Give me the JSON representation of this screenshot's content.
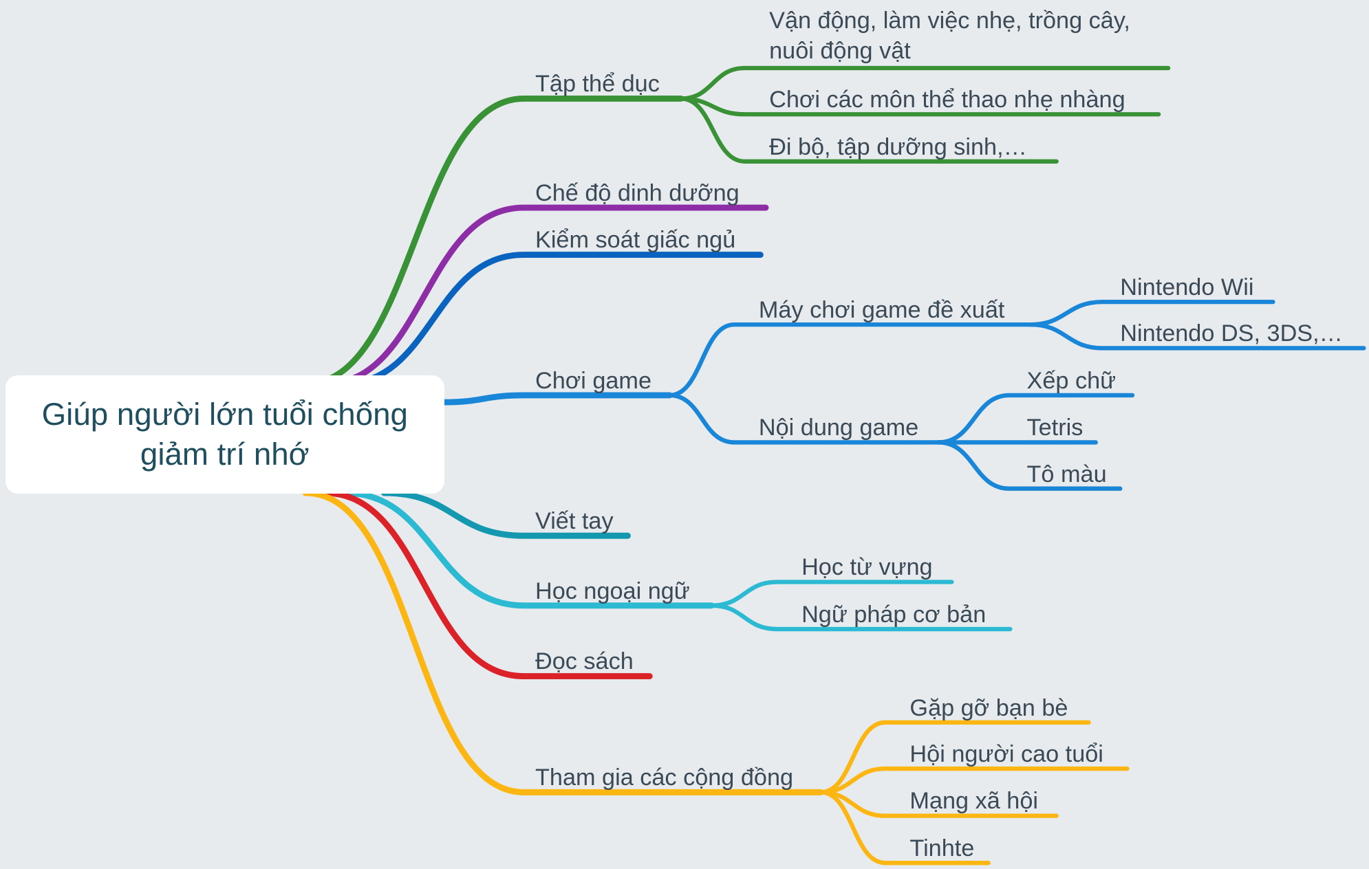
{
  "root": {
    "label": "Giúp người lớn tuổi chống giảm trí nhớ"
  },
  "colors": {
    "green": "#3a9236",
    "purple": "#8e2ea6",
    "blue_dark": "#0a64bf",
    "blue": "#1a86d8",
    "teal": "#1498b0",
    "cyan": "#2bbad2",
    "red": "#db2228",
    "yellow": "#fbb614",
    "text": "#3a4a56",
    "root_text": "#1f4e5f"
  },
  "branches": [
    {
      "label": "Tập thể dục",
      "color": "green",
      "children": [
        {
          "label": "Vận động, làm việc nhẹ, trồng cây, nuôi động vật"
        },
        {
          "label": "Chơi các môn thể thao nhẹ nhàng"
        },
        {
          "label": "Đi bộ, tập dưỡng sinh,…"
        }
      ]
    },
    {
      "label": "Chế độ dinh dưỡng",
      "color": "purple",
      "children": []
    },
    {
      "label": "Kiểm soát giấc ngủ",
      "color": "blue_dark",
      "children": []
    },
    {
      "label": "Chơi game",
      "color": "blue",
      "children": [
        {
          "label": "Máy chơi game đề xuất",
          "children": [
            {
              "label": "Nintendo Wii"
            },
            {
              "label": "Nintendo DS, 3DS,…"
            }
          ]
        },
        {
          "label": "Nội dung game",
          "children": [
            {
              "label": "Xếp chữ"
            },
            {
              "label": "Tetris"
            },
            {
              "label": "Tô màu"
            }
          ]
        }
      ]
    },
    {
      "label": "Viết tay",
      "color": "teal",
      "children": []
    },
    {
      "label": "Học ngoại ngữ",
      "color": "cyan",
      "children": [
        {
          "label": "Học từ vựng"
        },
        {
          "label": "Ngữ pháp cơ bản"
        }
      ]
    },
    {
      "label": "Đọc sách",
      "color": "red",
      "children": []
    },
    {
      "label": "Tham gia các cộng đồng",
      "color": "yellow",
      "children": [
        {
          "label": "Gặp gỡ bạn bè"
        },
        {
          "label": "Hội người cao tuổi"
        },
        {
          "label": "Mạng xã hội"
        },
        {
          "label": "Tinhte"
        }
      ]
    }
  ]
}
